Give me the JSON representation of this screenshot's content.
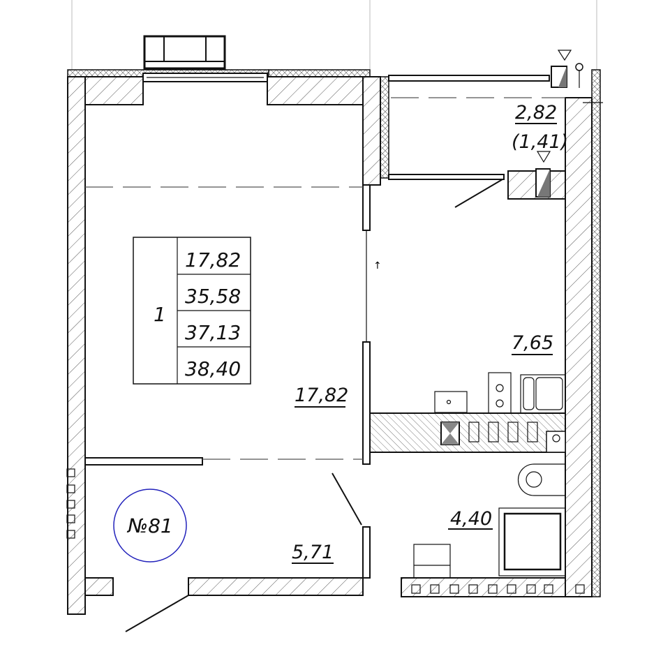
{
  "apartment": {
    "number": "№81",
    "rooms_count": "1",
    "areas_table": [
      "17,82",
      "35,58",
      "37,13",
      "38,40"
    ],
    "accent_color": "#2222bb"
  },
  "rooms": {
    "living": {
      "area": "17,82"
    },
    "kitchen": {
      "area": "7,65"
    },
    "balcony": {
      "area": "2,82",
      "reduced_area": "(1,41)"
    },
    "bathroom": {
      "area": "4,40"
    },
    "hall": {
      "area": "5,71"
    }
  }
}
